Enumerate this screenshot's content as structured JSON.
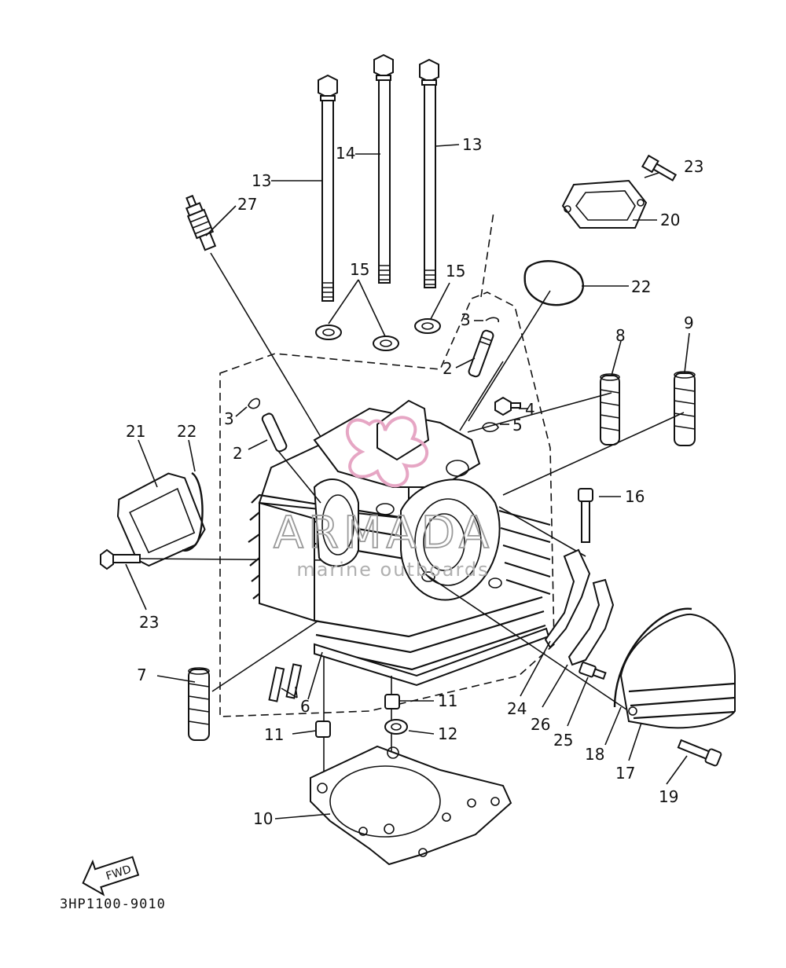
{
  "diagram": {
    "drawing_code": "3HP1100-9010",
    "fwd_label": "FWD",
    "watermark": {
      "brand": "ARMADA",
      "tagline": "marine outboards"
    },
    "callouts": {
      "c13a": "13",
      "c14": "14",
      "c13b": "13",
      "c23a": "23",
      "c27": "27",
      "c20": "20",
      "c15a": "15",
      "c15b": "15",
      "c22a": "22",
      "c3a": "3",
      "c9": "9",
      "c8": "8",
      "c2a": "2",
      "c4": "4",
      "c5": "5",
      "c3b": "3",
      "c21": "21",
      "c22b": "22",
      "c2b": "2",
      "c16": "16",
      "c23b": "23",
      "c7": "7",
      "c6": "6",
      "c11a": "11",
      "c11b": "11",
      "c12": "12",
      "c24": "24",
      "c26": "26",
      "c25": "25",
      "c18": "18",
      "c17": "17",
      "c19": "19",
      "c10": "10"
    }
  }
}
